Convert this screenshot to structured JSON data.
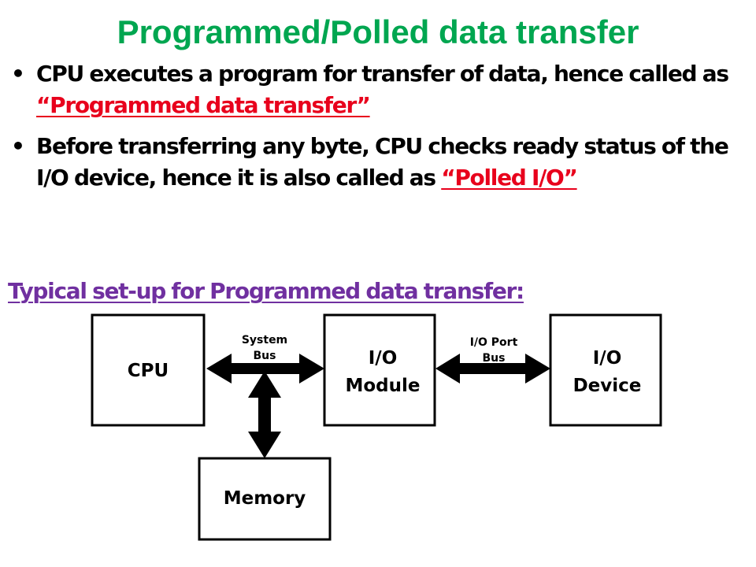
{
  "title": "Programmed/Polled data transfer",
  "colors": {
    "title": "#00a650",
    "highlight": "#e8001c",
    "heading": "#7030a0",
    "text": "#000000"
  },
  "bullets": [
    {
      "before": "CPU executes a program for transfer of data, hence called as ",
      "highlight": "“Programmed data transfer”",
      "after": ""
    },
    {
      "before": "Before transferring any byte, CPU checks ready status of  the I/O device, hence it is also called as ",
      "highlight": "“Polled I/O”",
      "after": ""
    }
  ],
  "setup_heading": "Typical set-up for Programmed data transfer:",
  "diagram": {
    "cpu_label": "CPU",
    "io_module_label": [
      "I/O",
      "Module"
    ],
    "io_device_label": [
      "I/O",
      "Device"
    ],
    "memory_label": "Memory",
    "system_bus_label": [
      "System",
      "Bus"
    ],
    "io_port_bus_label": [
      "I/O Port",
      "Bus"
    ]
  }
}
